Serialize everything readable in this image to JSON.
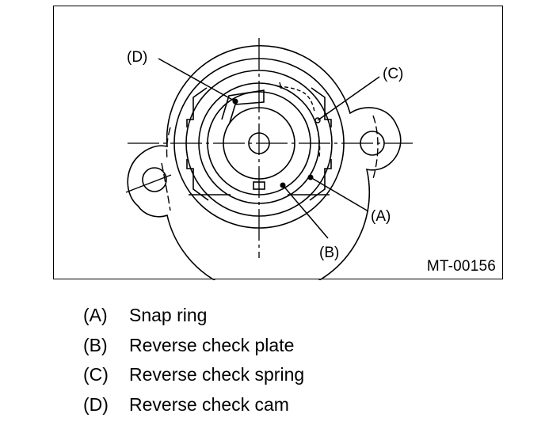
{
  "figure": {
    "id": "MT-00156",
    "callouts": {
      "a": "(A)",
      "b": "(B)",
      "c": "(C)",
      "d": "(D)"
    }
  },
  "legend": [
    {
      "key": "(A)",
      "description": "Snap ring"
    },
    {
      "key": "(B)",
      "description": "Reverse check plate"
    },
    {
      "key": "(C)",
      "description": "Reverse check spring"
    },
    {
      "key": "(D)",
      "description": "Reverse check cam"
    }
  ],
  "colors": {
    "line": "#000000",
    "background": "#ffffff"
  }
}
